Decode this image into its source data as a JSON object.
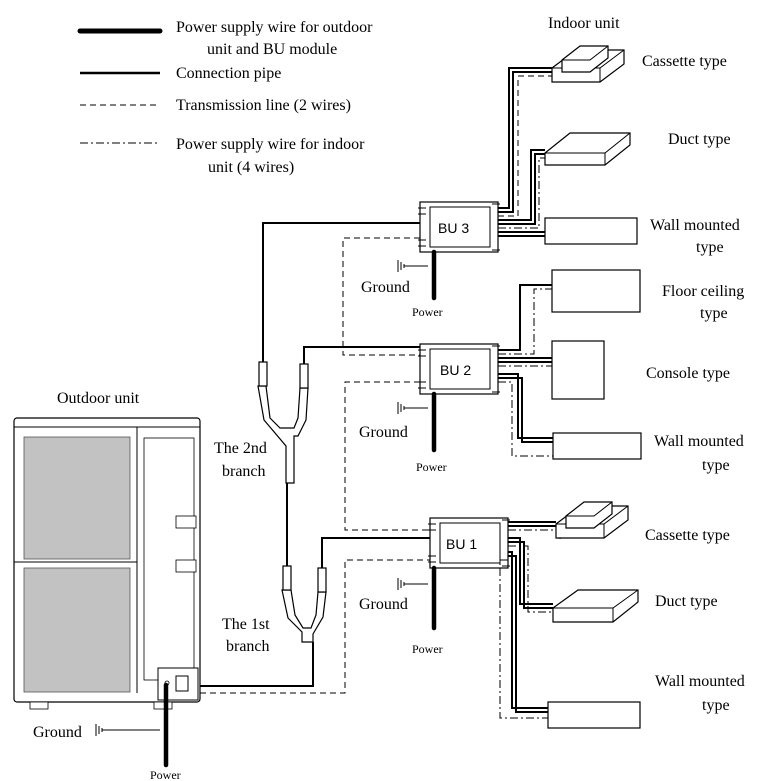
{
  "legend": {
    "power_supply_outdoor_bu_1": "Power supply wire for outdoor",
    "power_supply_outdoor_bu_2": "unit and BU module",
    "connection_pipe": "Connection pipe",
    "transmission_line": "Transmission line (2 wires)",
    "power_supply_indoor_1": "Power supply wire for indoor",
    "power_supply_indoor_2": "unit (4 wires)"
  },
  "outdoor": {
    "label": "Outdoor  unit",
    "ground": "Ground",
    "power": "Power"
  },
  "branches": {
    "second_1": "The 2nd",
    "second_2": "branch",
    "first_1": "The 1st",
    "first_2": "branch"
  },
  "indoor_header": "Indoor unit",
  "bu_modules": [
    {
      "name": "BU 3",
      "ground": "Ground",
      "power": "Power",
      "units": [
        {
          "line1": "Cassette type",
          "line2": ""
        },
        {
          "line1": "Duct type",
          "line2": ""
        },
        {
          "line1": "Wall mounted",
          "line2": "type"
        }
      ]
    },
    {
      "name": "BU 2",
      "ground": "Ground",
      "power": "Power",
      "units": [
        {
          "line1": "Floor ceiling",
          "line2": "type"
        },
        {
          "line1": "Console type",
          "line2": ""
        },
        {
          "line1": "Wall mounted",
          "line2": "type"
        }
      ]
    },
    {
      "name": "BU 1",
      "ground": "Ground",
      "power": "Power",
      "units": [
        {
          "line1": "Cassette type",
          "line2": ""
        },
        {
          "line1": "Duct type",
          "line2": ""
        },
        {
          "line1": "Wall mounted",
          "line2": "type"
        }
      ]
    }
  ]
}
